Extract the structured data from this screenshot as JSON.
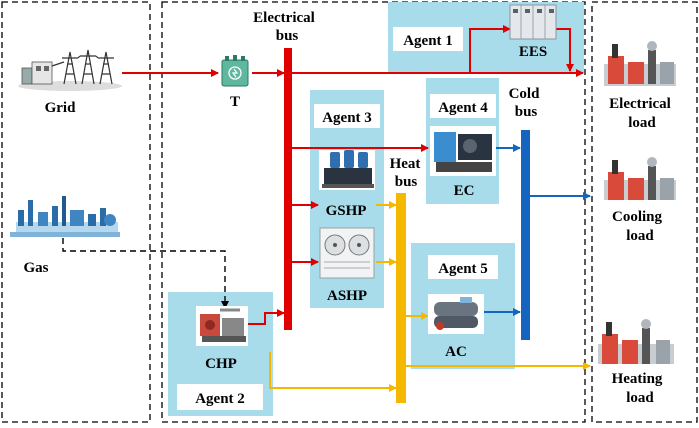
{
  "colors": {
    "electric": "#e00000",
    "heat": "#f5b800",
    "cold": "#1565c0",
    "agent_box": "#a8dcea",
    "gas_line": "#000000"
  },
  "labels": {
    "grid": "Grid",
    "gas": "Gas",
    "transformer": "T",
    "electrical_bus": [
      "Electrical",
      "bus"
    ],
    "heat_bus": [
      "Heat",
      "bus"
    ],
    "cold_bus": [
      "Cold",
      "bus"
    ],
    "agent1": "Agent 1",
    "agent2": "Agent 2",
    "agent3": "Agent 3",
    "agent4": "Agent 4",
    "agent5": "Agent 5",
    "ees": "EES",
    "chp": "CHP",
    "gshp": "GSHP",
    "ashp": "ASHP",
    "ec": "EC",
    "ac": "AC",
    "electrical_load": [
      "Electrical",
      "load"
    ],
    "cooling_load": [
      "Cooling",
      "load"
    ],
    "heating_load": [
      "Heating",
      "load"
    ]
  },
  "icons": {
    "grid": "grid-tower-icon",
    "gas": "gas-plant-icon",
    "transformer": "transformer-icon",
    "ees": "battery-storage-icon",
    "chp": "chp-unit-icon",
    "gshp": "heat-pump-icon",
    "ashp": "air-source-heat-pump-icon",
    "ec": "electric-chiller-icon",
    "ac": "absorption-chiller-icon",
    "load": "factory-load-icon"
  }
}
